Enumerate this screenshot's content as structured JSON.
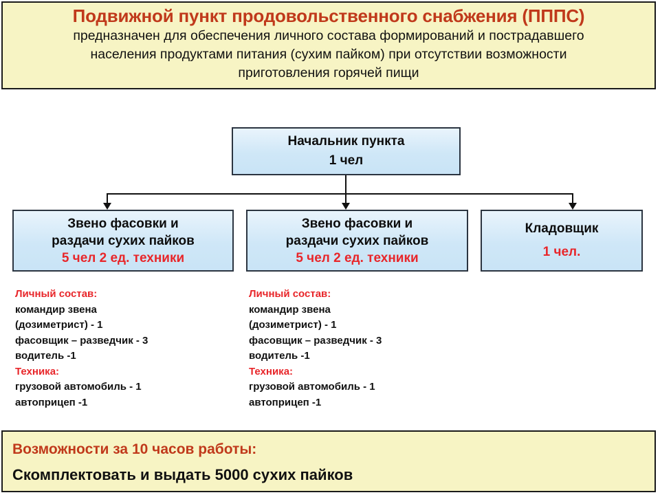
{
  "header": {
    "title": "Подвижной пункт продовольственного снабжения (ПППС)",
    "body_lines": [
      "предназначен для  обеспечения личного состава формирований и пострадавшего",
      "населения продуктами питания (сухим пайком) при отсутствии возможности",
      "приготовления горячей пищи"
    ],
    "background_color": "#f7f4c4",
    "title_color": "#c0391b"
  },
  "chart_data": {
    "type": "diagram",
    "title": "Подвижной пункт продовольственного снабжения (ПППС)",
    "root": {
      "lines": [
        "Начальник пункта",
        "1 чел"
      ],
      "accent_line_index": -1
    },
    "children": [
      {
        "lines": [
          "Звено фасовки и",
          "раздачи сухих пайков",
          "5 чел 2 ед. техники"
        ],
        "accent_line_index": 2,
        "personnel_count": 5,
        "equipment_count": 2
      },
      {
        "lines": [
          "Звено фасовки и",
          "раздачи сухих пайков",
          "5 чел 2 ед. техники"
        ],
        "accent_line_index": 2,
        "personnel_count": 5,
        "equipment_count": 2
      },
      {
        "lines": [
          "Кладовщик",
          "1 чел."
        ],
        "accent_line_index": 1,
        "personnel_count": 1,
        "equipment_count": 0
      }
    ],
    "node_fill_color": "#cfe7f7",
    "node_border_color": "#2b3440",
    "accent_color": "#e8262a",
    "connector_color": "#111111"
  },
  "details": [
    {
      "lines": [
        {
          "text": "Личный состав:",
          "heading": true
        },
        {
          "text": "командир звена",
          "heading": false
        },
        {
          "text": "(дозиметрист)   - 1",
          "heading": false
        },
        {
          "text": "фасовщик – разведчик - 3",
          "heading": false
        },
        {
          "text": "водитель -1",
          "heading": false
        },
        {
          "text": "Техника:",
          "heading": true
        },
        {
          "text": "грузовой автомобиль  - 1",
          "heading": false
        },
        {
          "text": "автоприцеп  -1",
          "heading": false
        }
      ]
    },
    {
      "lines": [
        {
          "text": "Личный состав:",
          "heading": true
        },
        {
          "text": "командир звена",
          "heading": false
        },
        {
          "text": "(дозиметрист)   - 1",
          "heading": false
        },
        {
          "text": "фасовщик – разведчик - 3",
          "heading": false
        },
        {
          "text": "водитель -1",
          "heading": false
        },
        {
          "text": "Техника:",
          "heading": true
        },
        {
          "text": "грузовой автомобиль  - 1",
          "heading": false
        },
        {
          "text": "автоприцеп  -1",
          "heading": false
        }
      ]
    }
  ],
  "footer": {
    "title": "Возможности за 10 часов работы:",
    "subtitle": "Скомплектовать и выдать 5000 сухих пайков",
    "hours": 10,
    "rations": 5000,
    "background_color": "#f7f4c4",
    "title_color": "#c0391b"
  }
}
